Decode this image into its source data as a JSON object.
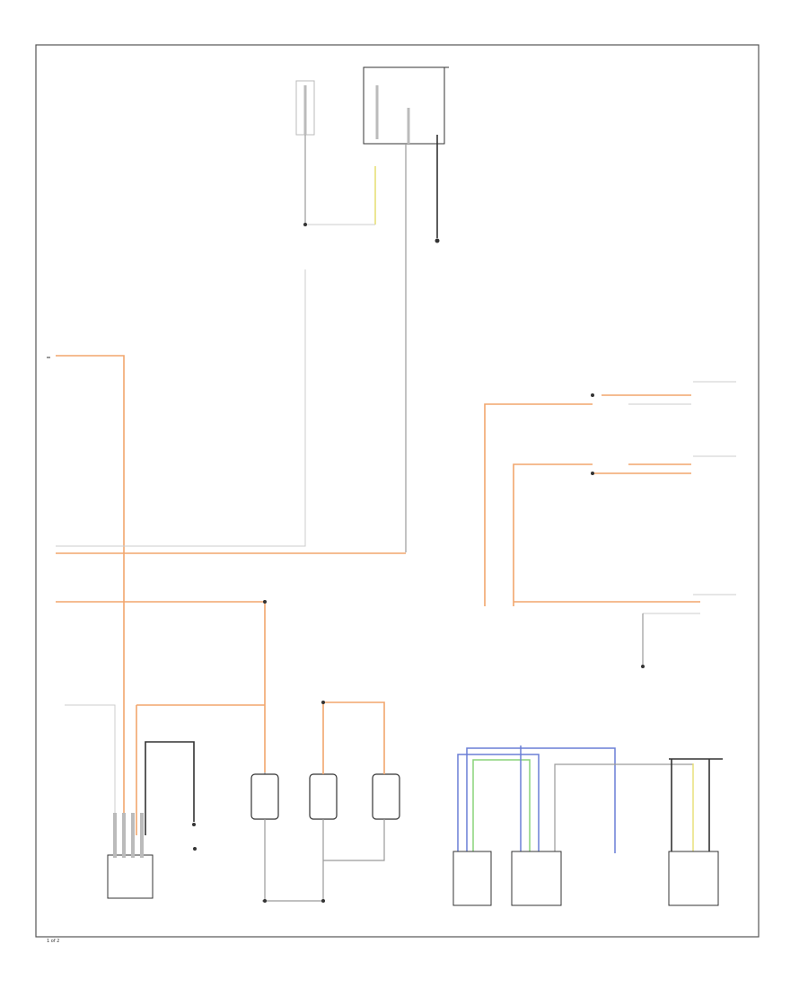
{
  "page_label": "1 of 2",
  "colors": {
    "orange_wire": "#f2a66d",
    "yellow_wire": "#e8e07a",
    "blue_wire": "#6a7fd6",
    "green_wire": "#8ad47a",
    "gray_wire": "#9a9a9a",
    "dark_wire": "#333333",
    "border": "#555555"
  },
  "icons": [
    "ground-symbol",
    "connector-pin",
    "splice-dot",
    "relay-module"
  ]
}
